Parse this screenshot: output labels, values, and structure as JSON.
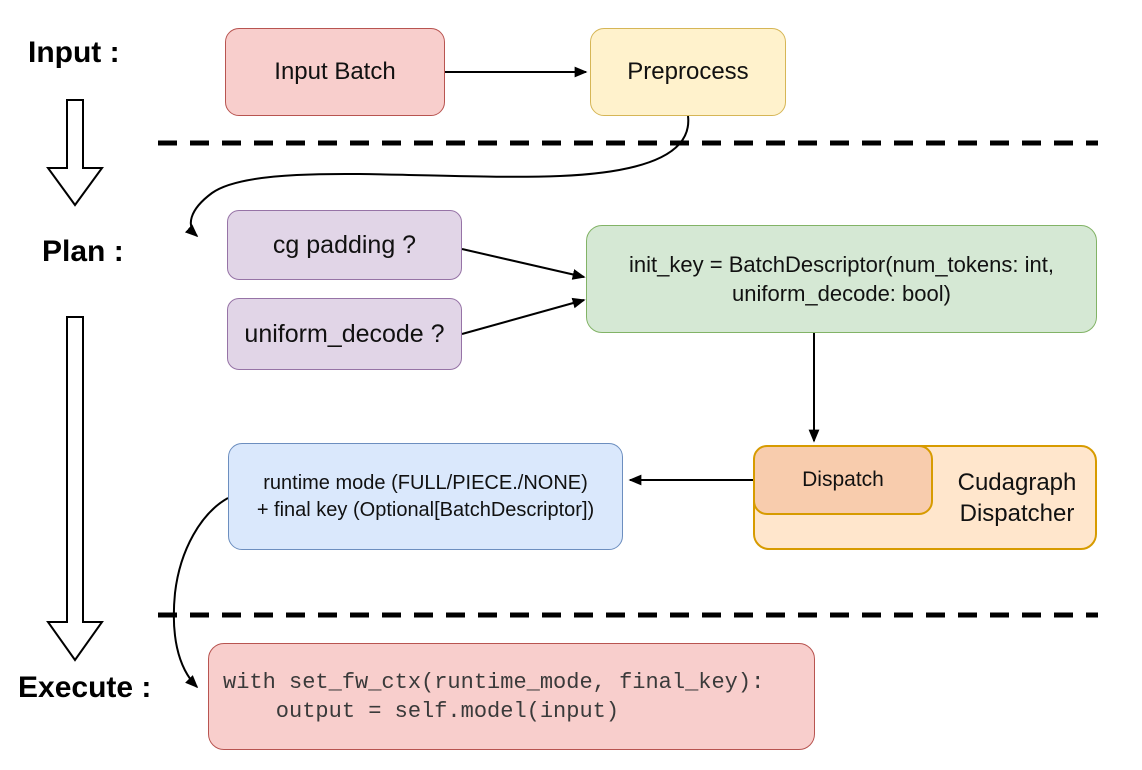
{
  "stage_labels": {
    "input": "Input :",
    "plan": "Plan :",
    "execute": "Execute :"
  },
  "nodes": {
    "input_batch": {
      "label": "Input Batch",
      "fill": "#f8cecc",
      "border": "#b85450"
    },
    "preprocess": {
      "label": "Preprocess",
      "fill": "#fff2cc",
      "border": "#d6b656"
    },
    "cg_padding": {
      "label": "cg padding ?",
      "fill": "#e1d5e7",
      "border": "#9673a6"
    },
    "uniform_decode": {
      "label": "uniform_decode ?",
      "fill": "#e1d5e7",
      "border": "#9673a6"
    },
    "init_key": {
      "line1": "init_key = BatchDescriptor(num_tokens: int,",
      "line2": "uniform_decode: bool)",
      "fill": "#d5e8d4",
      "border": "#82b366"
    },
    "dispatch": {
      "label": "Dispatch",
      "fill": "#f8ccad",
      "border": "#d79b00"
    },
    "cudagraph_dispatcher": {
      "line1": "Cudagraph",
      "line2": "Dispatcher",
      "fill": "#ffe6cc",
      "border": "#d79b00"
    },
    "runtime_mode": {
      "line1": "runtime mode (FULL/PIECE./NONE)",
      "line2": "+ final key (Optional[BatchDescriptor])",
      "fill": "#dae8fc",
      "border": "#6c8ebf"
    },
    "execute_code": {
      "line1": "with set_fw_ctx(runtime_mode, final_key):",
      "line2": "    output = self.model(input)",
      "fill": "#f8cecc",
      "border": "#b85450"
    }
  },
  "connector_color": "#000000"
}
